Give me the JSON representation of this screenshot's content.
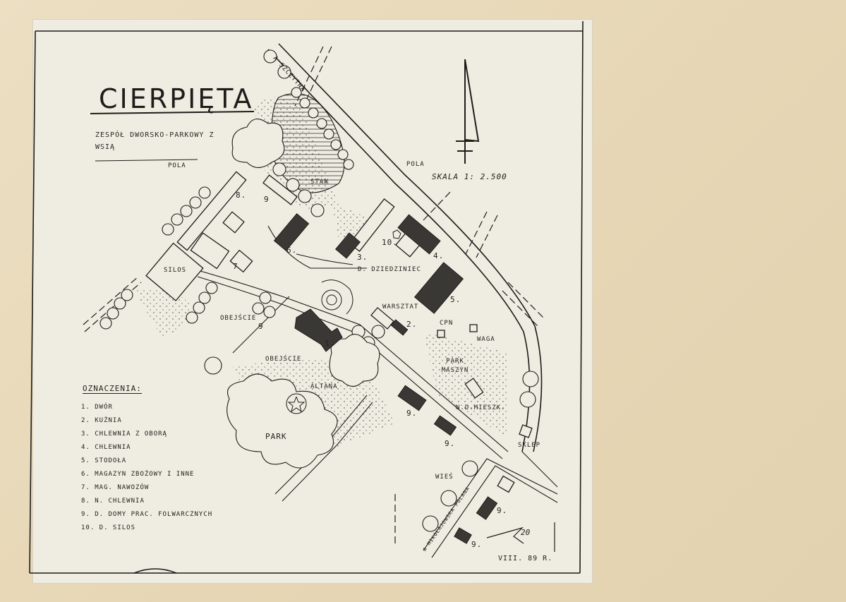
{
  "map": {
    "title": "CIERPIĘTA",
    "subtitle": "zespół dworsko-parkowy z wsią",
    "scale": "SKALA 1: 2.500",
    "legend_title": "OZNACZENIA:",
    "legend": [
      "1. DWÓR",
      "2. KUŹNIA",
      "3. CHLEWNIA Z OBORĄ",
      "4. CHLEWNIA",
      "5. STODOŁA",
      "6. MAGAZYN ZBOŻOWY I INNE",
      "7. MAG. NAWOZÓW",
      "8. N. CHLEWNIA",
      "9. D. DOMY PRAC. FOLWARCZNYCH",
      "10. D. SILOS"
    ],
    "labels": {
      "road_top": "A SZCZYTNA",
      "pola_left": "POLA",
      "pola_right": "POLA",
      "staw": "STAW",
      "silos": "SILOS",
      "obejscie_1": "OBEJŚCIE",
      "obejscie_2": "OBEJŚCIE",
      "dziedziniec": "D. DZIEDZINIEC",
      "warsztat": "WARSZTAT",
      "cpn": "CPN",
      "waga": "WAGA",
      "park_maszyn": "PARK MASZYN",
      "altana": "ALTANA",
      "park": "PARK",
      "n_d_mieszk": "N.D.MIESZK.",
      "sklep": "SKLEP",
      "wies": "WIEŚ",
      "road_bottom": "A MIKOŁAJOWSKA POLANA",
      "n1": "1.",
      "n2": "2.",
      "n3": "3.",
      "n4": "4.",
      "n5": "5.",
      "n6": "6.",
      "n7": "7",
      "n8": "8.",
      "n10": "10.",
      "g9a": "9",
      "g9b": "9",
      "g9c": "9.",
      "g9d": "9.",
      "g9e": "9.",
      "g9f": "9."
    },
    "signature": "20",
    "stamp": "VIII. 89 R."
  },
  "colors": {
    "ink": "#1f1d1a",
    "hatch": "#3a3835",
    "paper": "#efece2",
    "board": "#e9dcbe"
  }
}
